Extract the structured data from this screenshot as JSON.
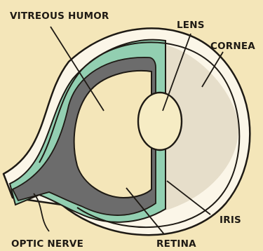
{
  "labels": {
    "vitreous_humor": "VITREOUS HUMOR",
    "lens": "LENS",
    "cornea": "CORNEA",
    "iris": "IRIS",
    "optic_nerve": "OPTIC NERVE",
    "retina": "RETINA"
  },
  "colors": {
    "background": "#f4e6b9",
    "retina_teal": "#92cfb1",
    "choroid_gray": "#6c6c6c",
    "cornea_fill": "#e6deca",
    "lens_fill": "#f6ecc4",
    "ink": "#1e1a14"
  }
}
